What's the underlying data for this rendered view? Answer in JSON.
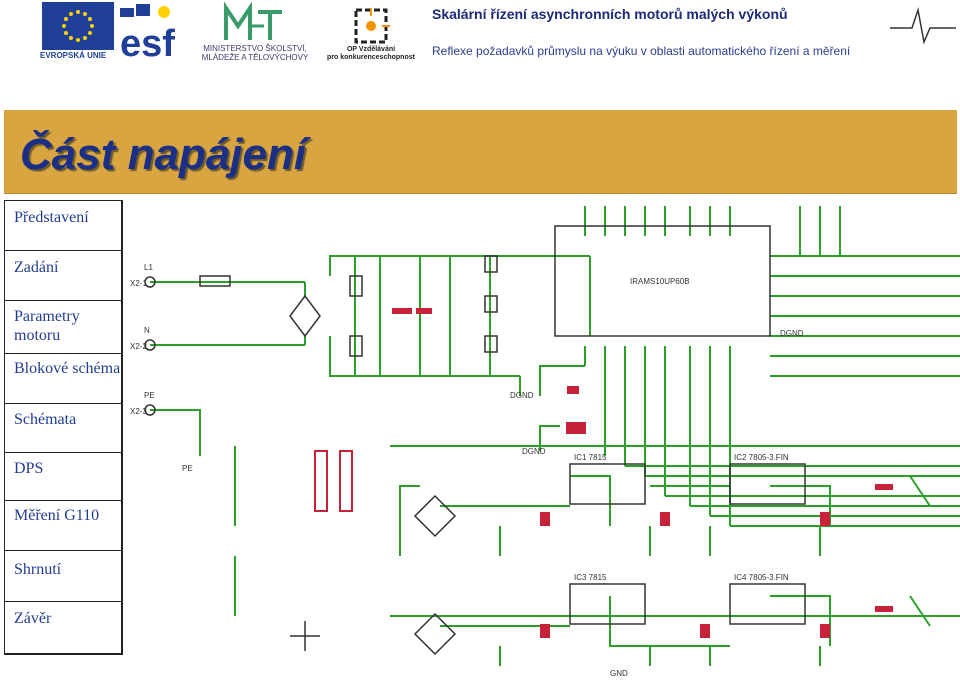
{
  "header": {
    "eu_label": "EVROPSKÁ UNIE",
    "esf_label": "esf",
    "msmt_label_1": "MINISTERSTVO ŠKOLSTVÍ,",
    "msmt_label_2": "MLÁDEŽE A TĚLOVÝCHOVY",
    "opvk_label_1": "OP Vzdělávání",
    "opvk_label_2": "pro konkurenceschopnost",
    "title": "Skalární řízení asynchronních motorů malých výkonů",
    "subtitle": "Reflexe požadavků průmyslu na výuku v oblasti automatického řízení a měření"
  },
  "banner": {
    "title": "Část napájení"
  },
  "sidebar": {
    "items": [
      {
        "label": "Představení"
      },
      {
        "label": "Zadání"
      },
      {
        "label": "Parametry motoru"
      },
      {
        "label": "Blokové schéma"
      },
      {
        "label": "Schémata"
      },
      {
        "label": "DPS"
      },
      {
        "label": "Měření G110"
      },
      {
        "label": "Shrnutí"
      },
      {
        "label": "Závěr"
      }
    ]
  },
  "schematic": {
    "connectors": [
      "X2-1",
      "X2-2",
      "X2-3"
    ],
    "connector_signals": [
      "L1",
      "N",
      "PE"
    ],
    "chip_label": "IRAMS10UP60B",
    "regulators": [
      "IC1 7815",
      "IC2 7805-3.FIN",
      "IC3 7815",
      "IC4 7805-3.FIN"
    ],
    "ground_labels": [
      "DGND",
      "DGND",
      "DGND",
      "PE",
      "GND"
    ],
    "colors": {
      "wire": "#2aa02a",
      "component": "#c8223a",
      "text": "#333333",
      "part": "#9a8a8a"
    }
  }
}
